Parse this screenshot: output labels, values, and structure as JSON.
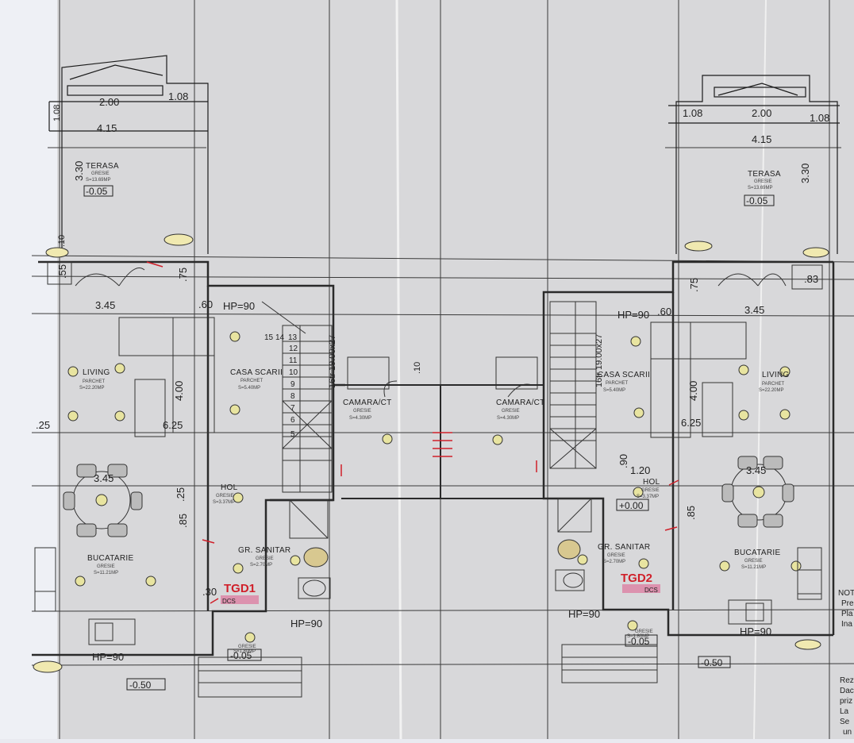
{
  "colors": {
    "paper": "#d9d9db",
    "line": "#1c1c1c",
    "grid": "#3a3a3a",
    "red": "#d0202a",
    "blue": "#2233aa",
    "wall": "#2a2a2a"
  },
  "left_unit": {
    "terrace": {
      "dims_top": [
        "2.00",
        "1.08"
      ],
      "dim_left": "1.08",
      "width": "4.15",
      "height": "3.30",
      "name": "TERASA",
      "finish": "GRESIE",
      "area": "S=13.69MP",
      "level": "-0.05",
      "dim_side": ".10"
    },
    "living": {
      "name": "LIVING",
      "finish": "PARCHET",
      "area": "S=22.20MP",
      "width": "3.45",
      "dim_a": ".60",
      "dim_b": ".75",
      "dim_c": "4.00",
      "dim_d": "6.25",
      "dim_e": ".25",
      "dim_f": ".55"
    },
    "stair": {
      "name": "CASA SCARII",
      "finish": "PARCHET",
      "area": "S=5.40MP",
      "hp": "HP=90",
      "steps": "16tr 19.00x27",
      "numbers": [
        "15",
        "14",
        "13",
        "12",
        "11",
        "10",
        "9",
        "8",
        "7",
        "6",
        "5"
      ]
    },
    "camara": {
      "name": "CAMARA/CT",
      "finish": "GRESIE",
      "area": "S=4.30MP"
    },
    "hol": {
      "name": "HOL",
      "finish": "GRESIE",
      "area": "S=3.37MP",
      "dim": ".25"
    },
    "kitchen": {
      "name": "BUCATARIE",
      "finish": "GRESIE",
      "area": "S=11.21MP",
      "width": "3.45",
      "dim": ".85"
    },
    "bath": {
      "name": "GR. SANITAR",
      "finish": "GRESIE",
      "area": "S=2.70MP",
      "dim": ".30"
    },
    "panel": {
      "tag": "TGD1",
      "sub": "DCS"
    },
    "entry": {
      "level": "-0.05",
      "hp": "HP=90",
      "finish": "GRESIE",
      "area": "S=1.80MP",
      "hp_bottom": "HP=90"
    },
    "outside": {
      "level": "-0.50"
    }
  },
  "right_unit": {
    "terrace": {
      "dims_top": [
        "1.08",
        "2.00",
        "1.08"
      ],
      "width": "4.15",
      "height": "3.30",
      "name": "TERASA",
      "finish": "GRESIE",
      "area": "S=13.69MP",
      "level": "-0.05"
    },
    "living": {
      "name": "LIVING",
      "finish": "PARCHET",
      "area": "S=22.20MP",
      "width": "3.45",
      "dim_a": ".60",
      "dim_b": ".83",
      "dim_c": "4.00",
      "dim_d": "6.25",
      "dim_e": ".75"
    },
    "stair": {
      "name": "CASA SCARII",
      "finish": "PARCHET",
      "area": "S=5.40MP",
      "hp": "HP=90",
      "steps": "16tr 19.00x27"
    },
    "camara": {
      "name": "CAMARA/CT",
      "finish": "GRESIE",
      "area": "S=4.30MP"
    },
    "hol": {
      "name": "HOL",
      "finish": "GRESIE",
      "area": "S=3.37MP",
      "level": "+0.00",
      "dim_a": "1.20",
      "dim_b": ".90"
    },
    "kitchen": {
      "name": "BUCATARIE",
      "finish": "GRESIE",
      "area": "S=11.21MP",
      "width": "3.45",
      "dim": ".85"
    },
    "bath": {
      "name": "GR. SANITAR",
      "finish": "GRESIE",
      "area": "S=2.70MP"
    },
    "panel": {
      "tag": "TGD2",
      "sub": "DCS"
    },
    "entry": {
      "level": "-0.05",
      "hp": "HP=90",
      "finish": "GRESIE",
      "area": "S=1.80MP",
      "hp_bottom": "HP=90"
    },
    "outside": {
      "level": "-0.50"
    }
  },
  "center": {
    "dim": ".10"
  },
  "side_notes": {
    "note": "NOT",
    "lines_top": [
      "Pre",
      "Pla",
      "Ina"
    ],
    "lines_bottom": [
      "Rez",
      "Dac",
      "priz",
      "La",
      "Se",
      "un"
    ]
  }
}
